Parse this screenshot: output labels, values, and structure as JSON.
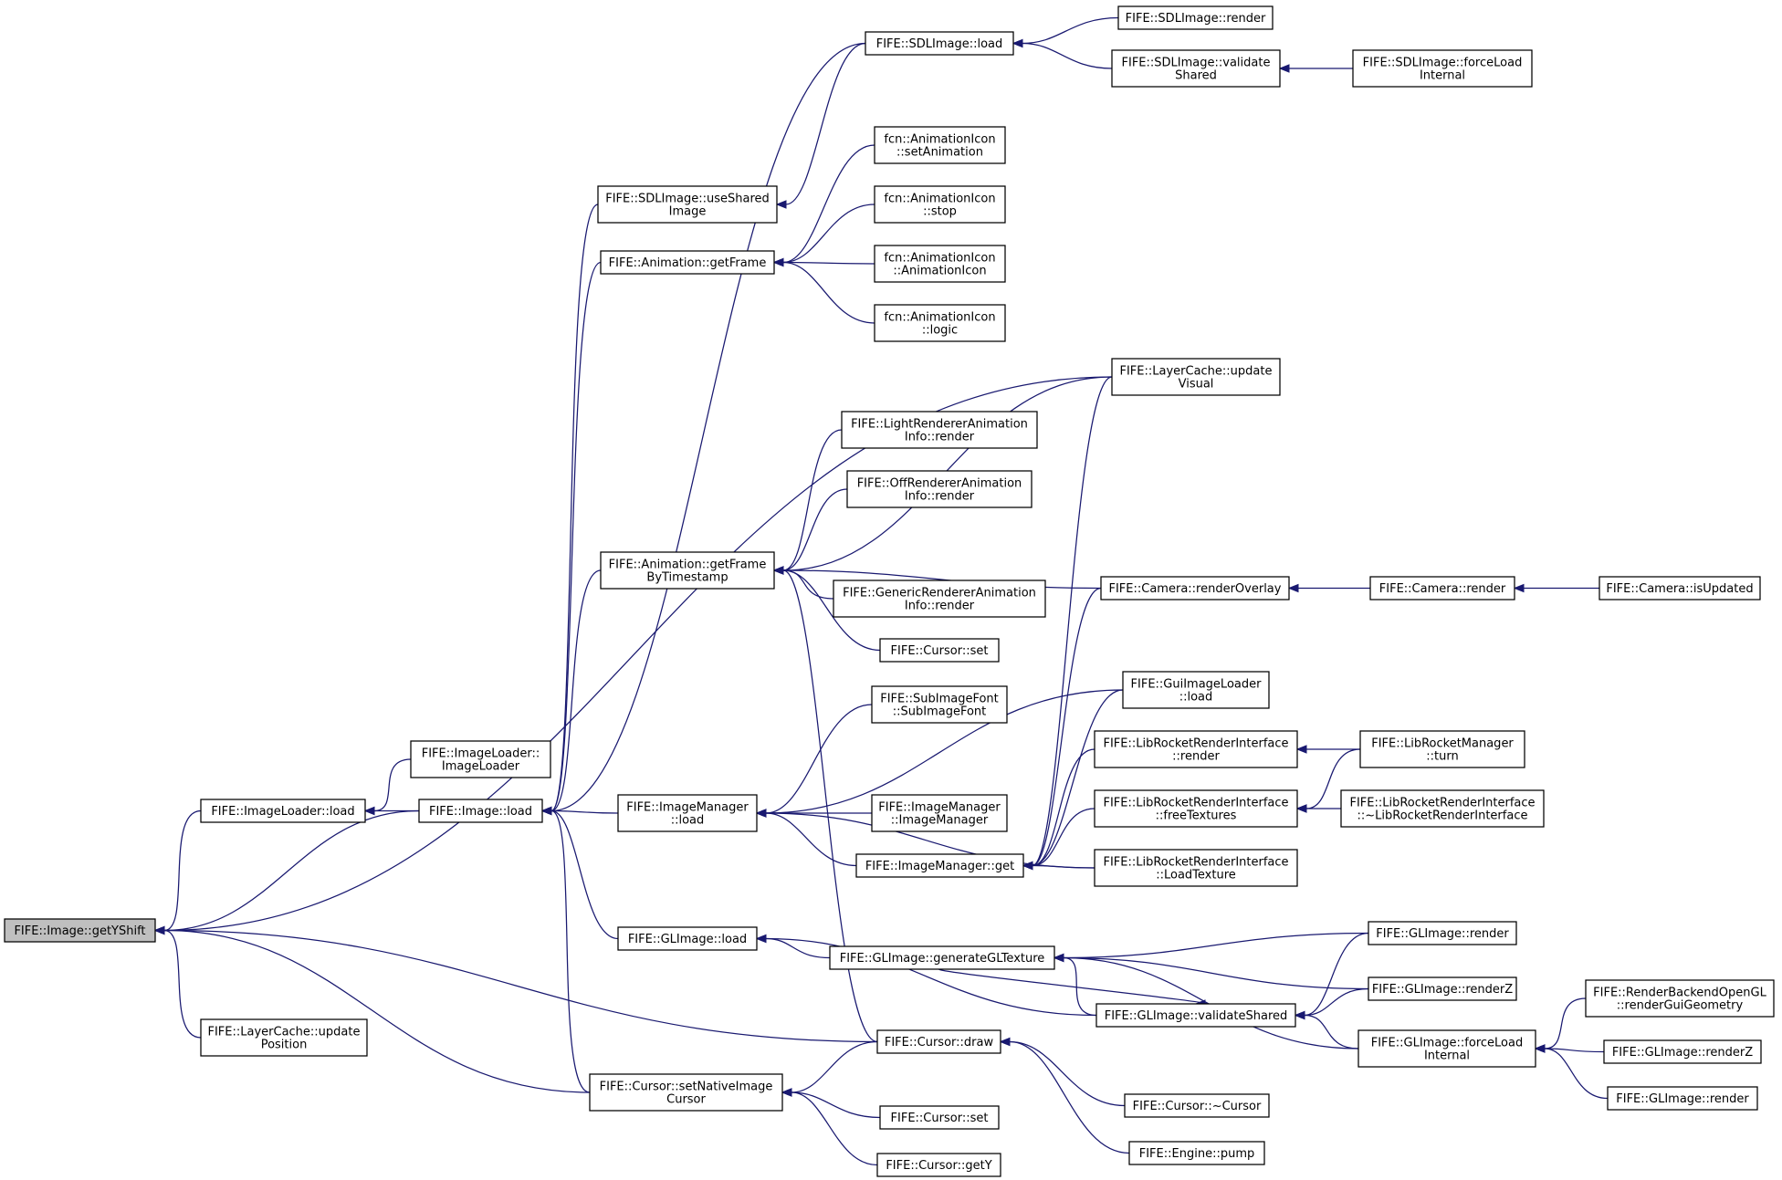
{
  "nodes": [
    {
      "id": "getYShift",
      "label": "FIFE::Image::getYShift",
      "root": true
    },
    {
      "id": "ImageLoader_load",
      "label": "FIFE::ImageLoader::load"
    },
    {
      "id": "LayerCache_updatePosition",
      "label": "FIFE::LayerCache::update\nPosition"
    },
    {
      "id": "ImageLoader_ctor",
      "label": "FIFE::ImageLoader::\nImageLoader"
    },
    {
      "id": "Image_load",
      "label": "FIFE::Image::load"
    },
    {
      "id": "Cursor_setNativeImageCursor",
      "label": "FIFE::Cursor::setNativeImage\nCursor"
    },
    {
      "id": "SDLImage_useSharedImage",
      "label": "FIFE::SDLImage::useShared\nImage"
    },
    {
      "id": "Animation_getFrame",
      "label": "FIFE::Animation::getFrame"
    },
    {
      "id": "Animation_getFrameByTimestamp",
      "label": "FIFE::Animation::getFrame\nByTimestamp"
    },
    {
      "id": "ImageManager_load",
      "label": "FIFE::ImageManager\n::load"
    },
    {
      "id": "GLImage_load",
      "label": "FIFE::GLImage::load"
    },
    {
      "id": "SDLImage_load",
      "label": "FIFE::SDLImage::load"
    },
    {
      "id": "AnimIcon_setAnimation",
      "label": "fcn::AnimationIcon\n::setAnimation"
    },
    {
      "id": "AnimIcon_stop",
      "label": "fcn::AnimationIcon\n::stop"
    },
    {
      "id": "AnimIcon_ctor",
      "label": "fcn::AnimationIcon\n::AnimationIcon"
    },
    {
      "id": "AnimIcon_logic",
      "label": "fcn::AnimationIcon\n::logic"
    },
    {
      "id": "LightRenderer",
      "label": "FIFE::LightRendererAnimation\nInfo::render"
    },
    {
      "id": "OffRenderer",
      "label": "FIFE::OffRendererAnimation\nInfo::render"
    },
    {
      "id": "GenericRenderer",
      "label": "FIFE::GenericRendererAnimation\nInfo::render"
    },
    {
      "id": "Cursor_set_a",
      "label": "FIFE::Cursor::set"
    },
    {
      "id": "SubImageFont",
      "label": "FIFE::SubImageFont\n::SubImageFont"
    },
    {
      "id": "ImageManager_ctor",
      "label": "FIFE::ImageManager\n::ImageManager"
    },
    {
      "id": "ImageManager_get",
      "label": "FIFE::ImageManager::get"
    },
    {
      "id": "GLImage_generateGLTexture",
      "label": "FIFE::GLImage::generateGLTexture"
    },
    {
      "id": "Cursor_draw",
      "label": "FIFE::Cursor::draw"
    },
    {
      "id": "Cursor_set_b",
      "label": "FIFE::Cursor::set"
    },
    {
      "id": "Cursor_getY",
      "label": "FIFE::Cursor::getY"
    },
    {
      "id": "SDLImage_render",
      "label": "FIFE::SDLImage::render"
    },
    {
      "id": "SDLImage_validateShared",
      "label": "FIFE::SDLImage::validate\nShared"
    },
    {
      "id": "LayerCache_updateVisual",
      "label": "FIFE::LayerCache::update\nVisual"
    },
    {
      "id": "Camera_renderOverlay",
      "label": "FIFE::Camera::renderOverlay"
    },
    {
      "id": "GuiImageLoader_load",
      "label": "FIFE::GuiImageLoader\n::load"
    },
    {
      "id": "LibRocket_render",
      "label": "FIFE::LibRocketRenderInterface\n::render"
    },
    {
      "id": "LibRocket_freeTextures",
      "label": "FIFE::LibRocketRenderInterface\n::freeTextures"
    },
    {
      "id": "LibRocket_LoadTexture",
      "label": "FIFE::LibRocketRenderInterface\n::LoadTexture"
    },
    {
      "id": "GLImage_validateShared",
      "label": "FIFE::GLImage::validateShared"
    },
    {
      "id": "Cursor_dtor",
      "label": "FIFE::Cursor::~Cursor"
    },
    {
      "id": "Engine_pump",
      "label": "FIFE::Engine::pump"
    },
    {
      "id": "SDLImage_forceLoadInternal",
      "label": "FIFE::SDLImage::forceLoad\nInternal"
    },
    {
      "id": "Camera_render",
      "label": "FIFE::Camera::render"
    },
    {
      "id": "LibRocketManager_turn",
      "label": "FIFE::LibRocketManager\n::turn"
    },
    {
      "id": "LibRocket_dtor",
      "label": "FIFE::LibRocketRenderInterface\n::~LibRocketRenderInterface"
    },
    {
      "id": "GLImage_render_a",
      "label": "FIFE::GLImage::render"
    },
    {
      "id": "GLImage_renderZ_a",
      "label": "FIFE::GLImage::renderZ"
    },
    {
      "id": "GLImage_forceLoadInternal",
      "label": "FIFE::GLImage::forceLoad\nInternal"
    },
    {
      "id": "Camera_isUpdated",
      "label": "FIFE::Camera::isUpdated"
    },
    {
      "id": "RenderBackendOpenGL",
      "label": "FIFE::RenderBackendOpenGL\n::renderGuiGeometry"
    },
    {
      "id": "GLImage_renderZ_b",
      "label": "FIFE::GLImage::renderZ"
    },
    {
      "id": "GLImage_render_b",
      "label": "FIFE::GLImage::render"
    }
  ],
  "edges": [
    [
      "getYShift",
      "ImageLoader_load"
    ],
    [
      "getYShift",
      "Image_load"
    ],
    [
      "getYShift",
      "LayerCache_updatePosition"
    ],
    [
      "getYShift",
      "Cursor_setNativeImageCursor"
    ],
    [
      "getYShift",
      "Cursor_draw"
    ],
    [
      "getYShift",
      "LayerCache_updateVisual"
    ],
    [
      "ImageLoader_load",
      "ImageLoader_ctor"
    ],
    [
      "ImageLoader_load",
      "Image_load"
    ],
    [
      "Image_load",
      "SDLImage_load"
    ],
    [
      "Image_load",
      "SDLImage_useSharedImage"
    ],
    [
      "Image_load",
      "Animation_getFrame"
    ],
    [
      "Image_load",
      "Animation_getFrameByTimestamp"
    ],
    [
      "Image_load",
      "ImageManager_load"
    ],
    [
      "Image_load",
      "GLImage_load"
    ],
    [
      "Image_load",
      "Cursor_setNativeImageCursor"
    ],
    [
      "SDLImage_useSharedImage",
      "SDLImage_load"
    ],
    [
      "SDLImage_load",
      "SDLImage_render"
    ],
    [
      "SDLImage_load",
      "SDLImage_validateShared"
    ],
    [
      "SDLImage_validateShared",
      "SDLImage_forceLoadInternal"
    ],
    [
      "Animation_getFrame",
      "AnimIcon_setAnimation"
    ],
    [
      "Animation_getFrame",
      "AnimIcon_stop"
    ],
    [
      "Animation_getFrame",
      "AnimIcon_ctor"
    ],
    [
      "Animation_getFrame",
      "AnimIcon_logic"
    ],
    [
      "Animation_getFrameByTimestamp",
      "LayerCache_updateVisual"
    ],
    [
      "Animation_getFrameByTimestamp",
      "LightRenderer"
    ],
    [
      "Animation_getFrameByTimestamp",
      "OffRenderer"
    ],
    [
      "Animation_getFrameByTimestamp",
      "Camera_renderOverlay"
    ],
    [
      "Animation_getFrameByTimestamp",
      "GenericRenderer"
    ],
    [
      "Animation_getFrameByTimestamp",
      "Cursor_set_a"
    ],
    [
      "Animation_getFrameByTimestamp",
      "Cursor_draw"
    ],
    [
      "Camera_renderOverlay",
      "Camera_render"
    ],
    [
      "Camera_render",
      "Camera_isUpdated"
    ],
    [
      "ImageManager_load",
      "SubImageFont"
    ],
    [
      "ImageManager_load",
      "GuiImageLoader_load"
    ],
    [
      "ImageManager_load",
      "ImageManager_ctor"
    ],
    [
      "ImageManager_load",
      "ImageManager_get"
    ],
    [
      "ImageManager_load",
      "LibRocket_LoadTexture"
    ],
    [
      "ImageManager_get",
      "LayerCache_updateVisual"
    ],
    [
      "ImageManager_get",
      "Camera_renderOverlay"
    ],
    [
      "ImageManager_get",
      "GuiImageLoader_load"
    ],
    [
      "ImageManager_get",
      "LibRocket_render"
    ],
    [
      "ImageManager_get",
      "LibRocket_freeTextures"
    ],
    [
      "ImageManager_get",
      "LibRocket_LoadTexture"
    ],
    [
      "LibRocket_render",
      "LibRocketManager_turn"
    ],
    [
      "LibRocket_freeTextures",
      "LibRocketManager_turn"
    ],
    [
      "LibRocket_freeTextures",
      "LibRocket_dtor"
    ],
    [
      "GLImage_load",
      "GLImage_generateGLTexture"
    ],
    [
      "GLImage_load",
      "GLImage_validateShared"
    ],
    [
      "GLImage_generateGLTexture",
      "GLImage_render_a"
    ],
    [
      "GLImage_generateGLTexture",
      "GLImage_renderZ_a"
    ],
    [
      "GLImage_generateGLTexture",
      "GLImage_validateShared"
    ],
    [
      "GLImage_generateGLTexture",
      "GLImage_forceLoadInternal"
    ],
    [
      "GLImage_validateShared",
      "GLImage_generateGLTexture"
    ],
    [
      "GLImage_validateShared",
      "GLImage_render_a"
    ],
    [
      "GLImage_validateShared",
      "GLImage_renderZ_a"
    ],
    [
      "GLImage_validateShared",
      "GLImage_forceLoadInternal"
    ],
    [
      "GLImage_forceLoadInternal",
      "RenderBackendOpenGL"
    ],
    [
      "GLImage_forceLoadInternal",
      "GLImage_renderZ_b"
    ],
    [
      "GLImage_forceLoadInternal",
      "GLImage_render_b"
    ],
    [
      "Cursor_setNativeImageCursor",
      "Cursor_draw"
    ],
    [
      "Cursor_setNativeImageCursor",
      "Cursor_set_b"
    ],
    [
      "Cursor_setNativeImageCursor",
      "Cursor_getY"
    ],
    [
      "Cursor_draw",
      "Cursor_dtor"
    ],
    [
      "Cursor_draw",
      "Engine_pump"
    ]
  ]
}
